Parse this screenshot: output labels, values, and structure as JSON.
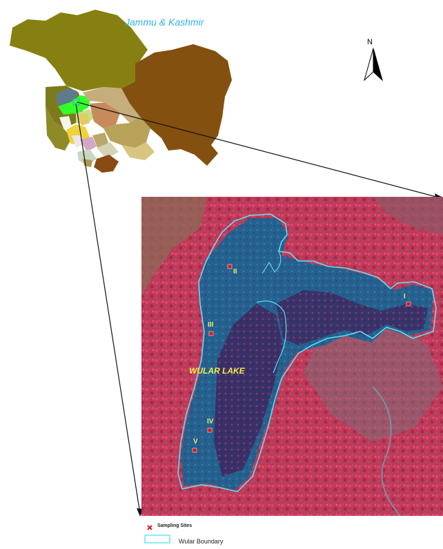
{
  "map": {
    "title": "Jammu & Kashmir",
    "lake_name": "WULAR LAKE",
    "north_label": "N",
    "colors": {
      "title": "#2ab4e6",
      "boundary": "#5fe0f0",
      "site_marker": "#d81a1a",
      "lake_label": "#f1ee45",
      "site_label": "#e8ee70"
    },
    "sites": [
      {
        "label": "I"
      },
      {
        "label": "II"
      },
      {
        "label": "III"
      },
      {
        "label": "IV"
      },
      {
        "label": "V"
      }
    ]
  },
  "legend": {
    "sampling_sites": "Sampling Sites",
    "boundary": "Wular Boundary"
  }
}
